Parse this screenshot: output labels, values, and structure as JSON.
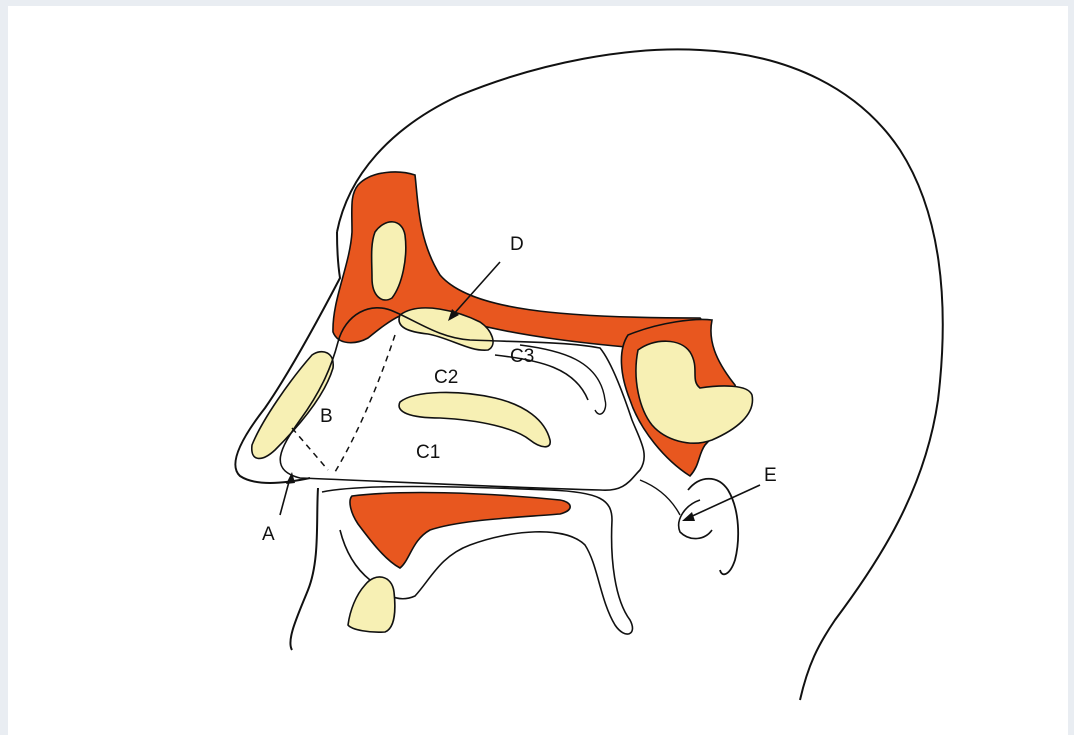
{
  "labels": {
    "a": "A",
    "b": "B",
    "c1": "C1",
    "c2": "C2",
    "c3": "C3",
    "d": "D",
    "e": "E"
  },
  "colors": {
    "line": "#111111",
    "orange": "#e8571f",
    "cream": "#f7f0b4",
    "background": "#ffffff"
  }
}
